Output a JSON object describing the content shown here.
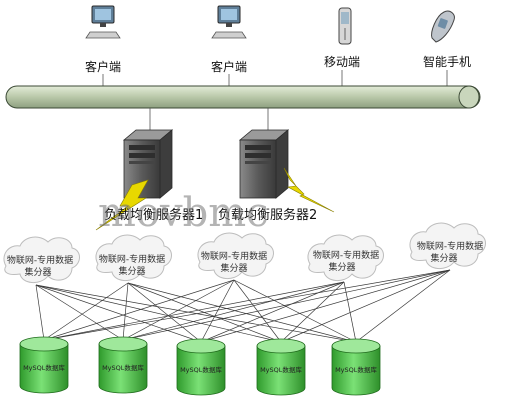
{
  "clients": [
    {
      "label": "客户端",
      "icon": "desktop-computer-icon"
    },
    {
      "label": "客户端",
      "icon": "desktop-computer-icon"
    },
    {
      "label": "移动端",
      "icon": "mobile-phone-icon"
    },
    {
      "label": "智能手机",
      "icon": "smartphone-icon"
    }
  ],
  "servers": [
    {
      "label": "负载均衡服务器1",
      "icon": "server-tower-icon"
    },
    {
      "label": "负载均衡服务器2",
      "icon": "server-tower-icon"
    }
  ],
  "hubs": [
    {
      "line1": "物联网-专用数据",
      "line2": "集分器"
    },
    {
      "line1": "物联网-专用数据",
      "line2": "集分器"
    },
    {
      "line1": "物联网-专用数据",
      "line2": "集分器"
    },
    {
      "line1": "物联网-专用数据",
      "line2": "集分器"
    },
    {
      "line1": "物联网-专用数据",
      "line2": "集分器"
    }
  ],
  "databases": [
    {
      "label": "MySQL数据库"
    },
    {
      "label": "MySQL数据库"
    },
    {
      "label": "MySQL数据库"
    },
    {
      "label": "MySQL数据库"
    },
    {
      "label": "MySQL数据库"
    }
  ],
  "watermark": "movbmc",
  "colors": {
    "bus": "#b9c8a9",
    "database": "#4ec24a",
    "lightning": "#e8d800",
    "server": "#5a5a5a"
  }
}
